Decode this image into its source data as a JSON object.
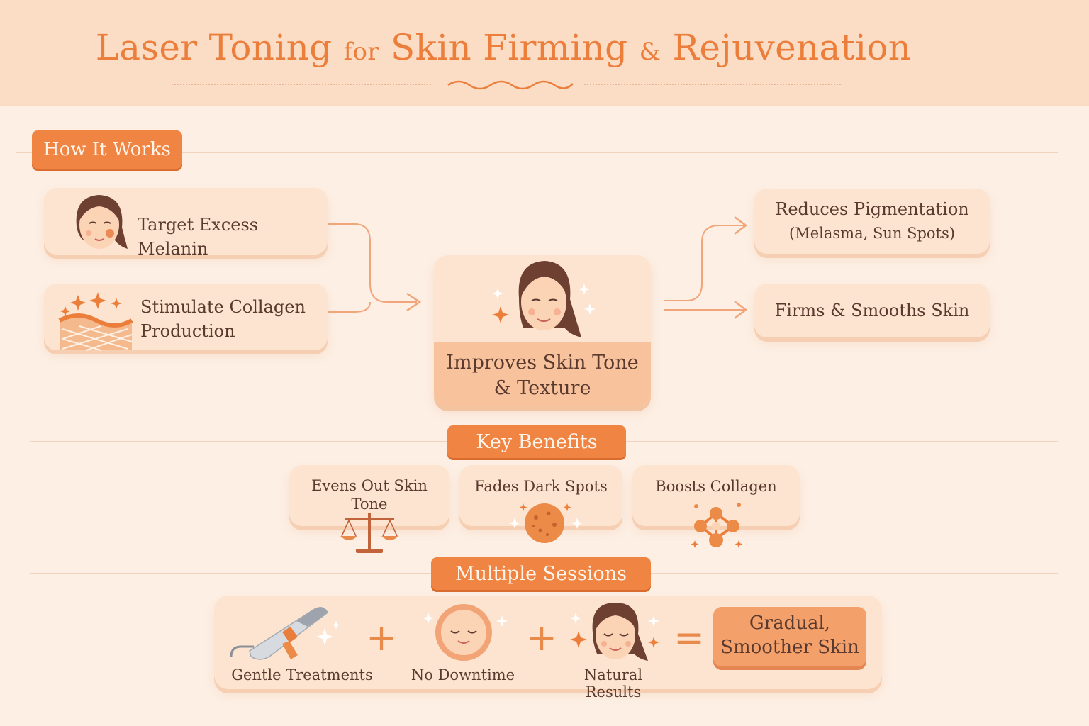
{
  "title": {
    "part1": "Laser Toning",
    "part2": "for",
    "part3": "Skin Firming",
    "part4": "&",
    "part5": "Rejuvenation"
  },
  "how_it_works": {
    "heading": "How It Works",
    "inputs": [
      {
        "label": "Target Excess Melanin",
        "icon": "face-melanin-icon"
      },
      {
        "label_line1": "Stimulate Collagen",
        "label_line2": "Production",
        "icon": "skin-layer-icon"
      }
    ],
    "center": {
      "line1": "Improves Skin Tone",
      "line2": "& Texture",
      "icon": "glowing-face-icon"
    },
    "outputs": [
      {
        "line1": "Reduces Pigmentation",
        "line2": "(Melasma, Sun Spots)"
      },
      {
        "line1": "Firms & Smooths Skin"
      }
    ]
  },
  "key_benefits": {
    "heading": "Key Benefits",
    "items": [
      {
        "line1": "Evens Out Skin",
        "line2": "Tone",
        "icon": "balance-scale-icon"
      },
      {
        "line1": "Fades Dark Spots",
        "icon": "spotted-circle-icon"
      },
      {
        "line1": "Boosts Collagen",
        "icon": "molecule-icon"
      }
    ]
  },
  "sessions": {
    "heading": "Multiple Sessions",
    "items": [
      {
        "label": "Gentle Treatments",
        "icon": "laser-device-icon"
      },
      {
        "label": "No Downtime",
        "icon": "relaxed-face-icon"
      },
      {
        "label": "Natural Results",
        "icon": "smiling-face-icon"
      }
    ],
    "plus": "+",
    "equals": "=",
    "result_line1": "Gradual,",
    "result_line2": "Smoother Skin"
  },
  "colors": {
    "accent": "#ef8443",
    "card": "#fde4d0",
    "background": "#fdefe4",
    "text": "#5a3a2e"
  }
}
